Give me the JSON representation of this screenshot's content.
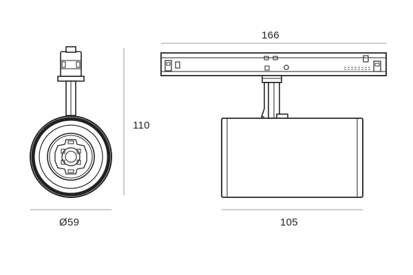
{
  "dimensions": {
    "overall_length": "166",
    "height": "110",
    "diameter": "Ø59",
    "head_length": "105"
  },
  "colors": {
    "line": "#222222",
    "dimension_line": "#9a9a9a",
    "fill": "#ffffff"
  }
}
